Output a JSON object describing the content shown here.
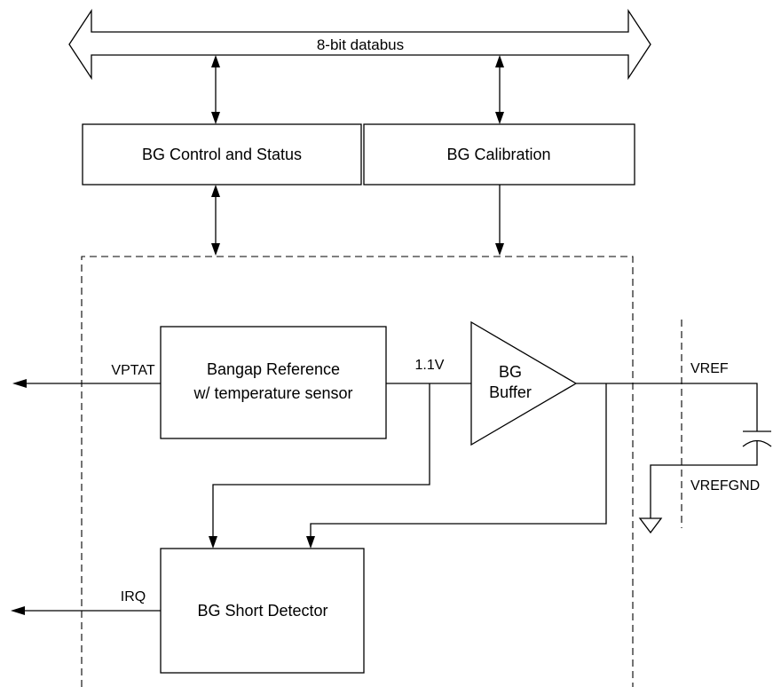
{
  "bus": {
    "label": "8-bit databus"
  },
  "blocks": {
    "control_status": "BG Control and Status",
    "calibration": "BG Calibration",
    "bandgap_line1": "Bangap Reference",
    "bandgap_line2": "w/ temperature sensor",
    "buffer_line1": "BG",
    "buffer_line2": "Buffer",
    "short_detector": "BG Short Detector"
  },
  "signals": {
    "vptat": "VPTAT",
    "v11": "1.1V",
    "vref": "VREF",
    "vrefgnd": "VREFGND",
    "irq": "IRQ"
  }
}
